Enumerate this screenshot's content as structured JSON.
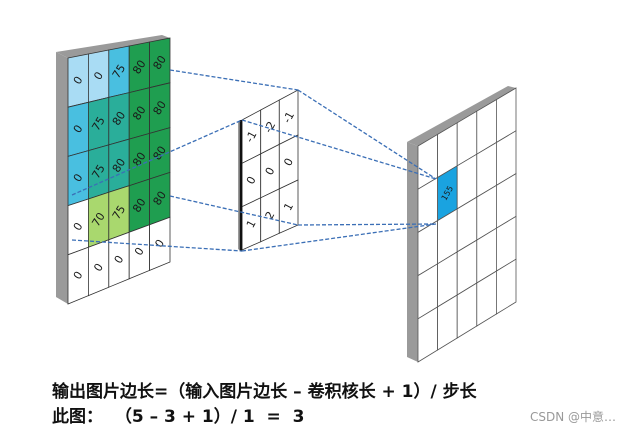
{
  "input_grid": [
    [
      "0",
      "0",
      "75",
      "80",
      "80"
    ],
    [
      "0",
      "75",
      "80",
      "80",
      "80"
    ],
    [
      "0",
      "75",
      "80",
      "80",
      "80"
    ],
    [
      "0",
      "70",
      "75",
      "80",
      "80"
    ],
    [
      "0",
      "0",
      "0",
      "0",
      "0"
    ]
  ],
  "kernel_grid": [
    [
      "-1",
      "-2",
      "-1"
    ],
    [
      "0",
      "0",
      "0"
    ],
    [
      "1",
      "2",
      "1"
    ]
  ],
  "output_value": "155",
  "caption": {
    "formula": "输出图片边长=（输入图片边长 – 卷积核长 + 1）/ 步长",
    "example": "此图：  （5 – 3 + 1）/ 1  =  3"
  },
  "watermark": "CSDN @中意…",
  "colors": {
    "light_blue": "#a9dcf4",
    "cyan": "#49bfe0",
    "teal": "#2aae9a",
    "green": "#1f9e50",
    "light_green": "#a9d86e",
    "highlight": "#1aa3e0",
    "frame": "#9a9a9a",
    "connector": "#3b6fb6"
  }
}
